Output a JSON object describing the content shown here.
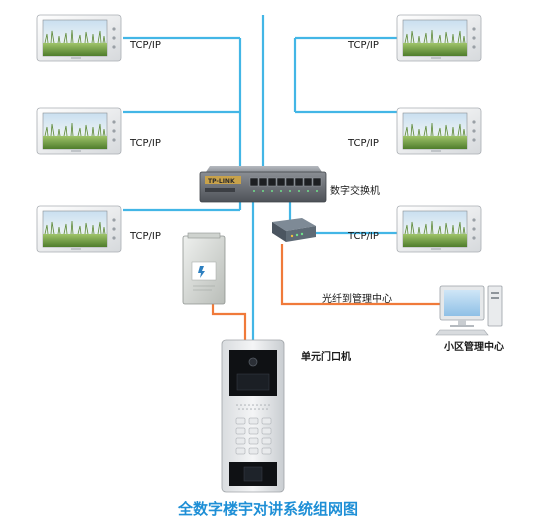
{
  "diagram": {
    "caption": "全数字楼宇对讲系统组网图",
    "link_protocol": "TCP/IP",
    "switch_label": "数字交换机",
    "switch_brand": "TP-LINK",
    "fiber_label": "光纤到管理中心",
    "door_unit_label": "单元门口机",
    "management_label": "小区管理中心",
    "colors": {
      "network_line": "#43b6e6",
      "power_line": "#f07a3a",
      "caption": "#1e8fd6"
    },
    "icons": [
      "indoor-monitor-icon",
      "network-switch-icon",
      "power-supply-icon",
      "fiber-converter-icon",
      "door-station-icon",
      "computer-icon"
    ]
  }
}
